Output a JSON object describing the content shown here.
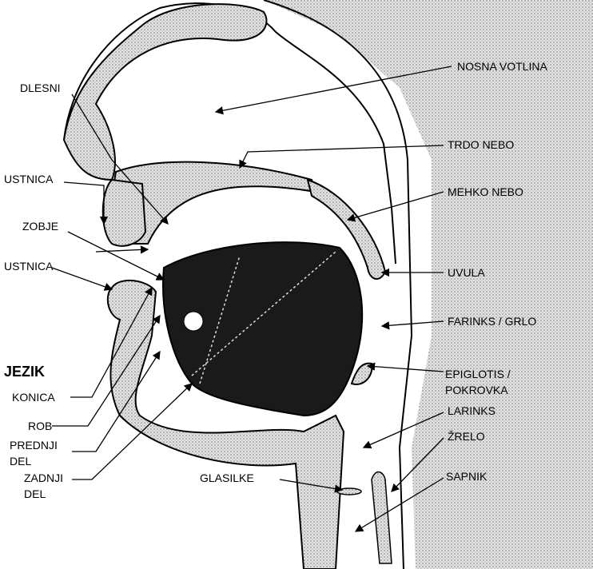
{
  "labels": {
    "nosna_votlina": "NOSNA VOTLINA",
    "dlesni": "DLESNI",
    "trdo_nebo": "TRDO NEBO",
    "ustnica_top": "USTNICA",
    "mehko_nebo": "MEHKO NEBO",
    "zobje": "ZOBJE",
    "ustnica_bottom": "USTNICA",
    "uvula": "UVULA",
    "farinks": "FARINKS / GRLO",
    "jezik": "JEZIK",
    "epiglotis_1": "EPIGLOTIS /",
    "epiglotis_2": "POKROVKA",
    "konica": "KONICA",
    "larinks": "LARINKS",
    "rob": "ROB",
    "prednji_1": "PREDNJI",
    "prednji_2": "DEL",
    "zrelo": "ŽRELO",
    "glasilke": "GLASILKE",
    "sapnik": "SAPNIK",
    "zadnji_1": "ZADNJI",
    "zadnji_2": "DEL"
  },
  "colors": {
    "stipple": "#c8c8c8",
    "tongue": "#1a1a1a",
    "line": "#000000"
  }
}
